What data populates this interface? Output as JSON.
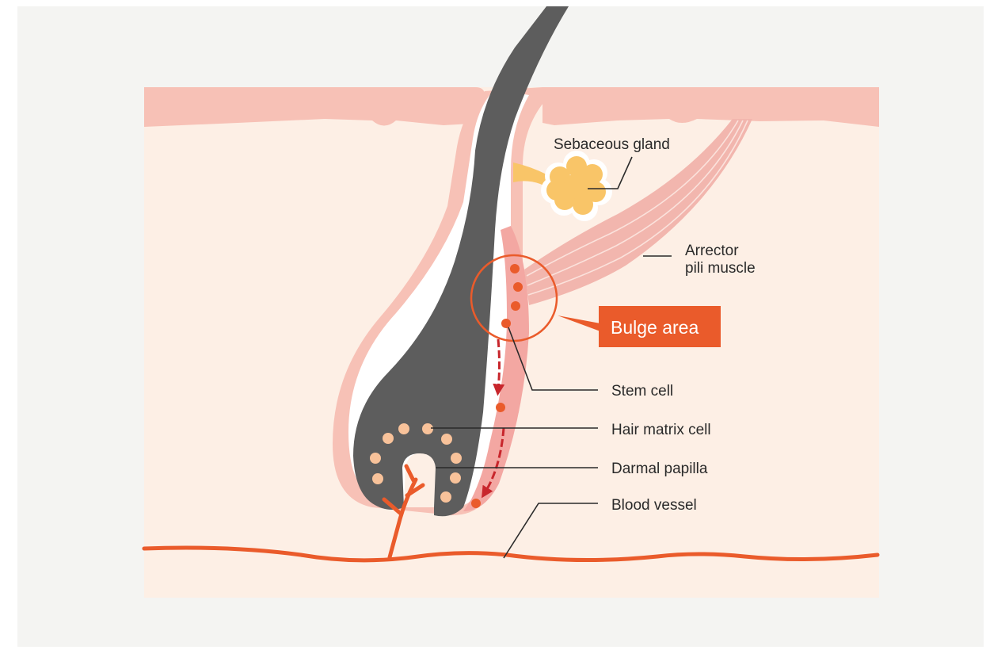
{
  "labels": {
    "sebaceous_gland": "Sebaceous gland",
    "arrector_line1": "Arrector",
    "arrector_line2": "pili muscle",
    "bulge_area": "Bulge area",
    "stem_cell": "Stem cell",
    "hair_matrix_cell": "Hair matrix cell",
    "dermal_papilla": "Darmal papilla",
    "blood_vessel": "Blood vessel"
  },
  "colors": {
    "background": "#f4f4f2",
    "dermis": "#fdefe5",
    "epidermis": "#f7c1b6",
    "follicle_sheath": "#f3a7a2",
    "hair_shaft": "#5d5d5d",
    "sebaceous": "#f9c568",
    "muscle": "#f2b6ae",
    "accent_orange": "#ea5b2b",
    "blood_vessel": "#ea5b2b",
    "matrix_dots": "#f8c29a",
    "arrow_red": "#c8262c"
  }
}
